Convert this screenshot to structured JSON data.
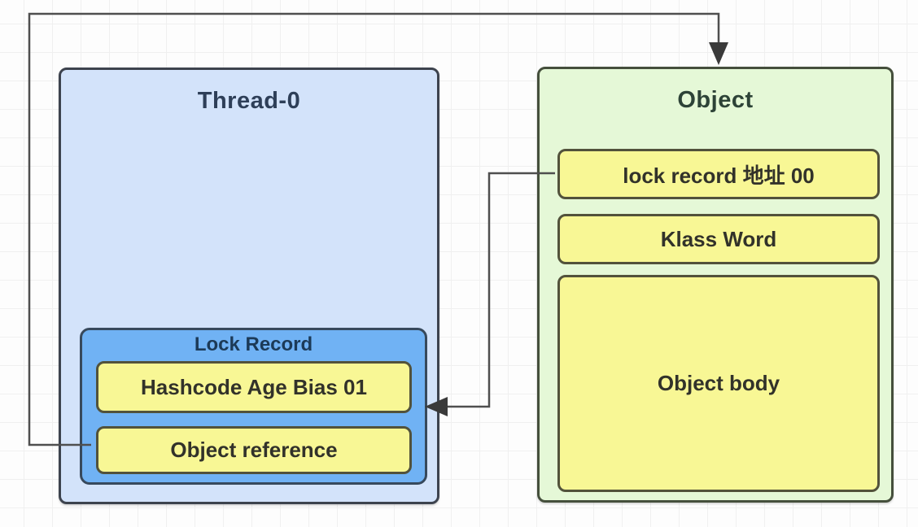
{
  "thread": {
    "title": "Thread-0",
    "lock_record": {
      "title": "Lock Record",
      "rows": [
        "Hashcode Age Bias 01",
        "Object reference"
      ]
    }
  },
  "object": {
    "title": "Object",
    "rows": [
      "lock record 地址 00",
      "Klass Word",
      "Object body"
    ]
  },
  "edges": [
    {
      "from": "object-reference",
      "to": "object-box-top",
      "arrow": "down"
    },
    {
      "from": "lock-record-address",
      "to": "lock-record-box-right",
      "arrow": "left"
    }
  ],
  "colors": {
    "thread_fill": "#d3e3fa",
    "thread_border": "#3d434e",
    "thread_title": "#2e3f58",
    "lock_record_fill": "#70b2f4",
    "lock_record_border": "#37495c",
    "lock_record_title": "#1c3a57",
    "slot_fill": "#f8f795",
    "slot_border": "#52523b",
    "slot_text": "#32322a",
    "object_fill": "#e5f8d7",
    "object_border": "#454f3c",
    "object_title": "#2d4337",
    "connector": "#4f4f4f",
    "grid": "#f0f0f0"
  }
}
